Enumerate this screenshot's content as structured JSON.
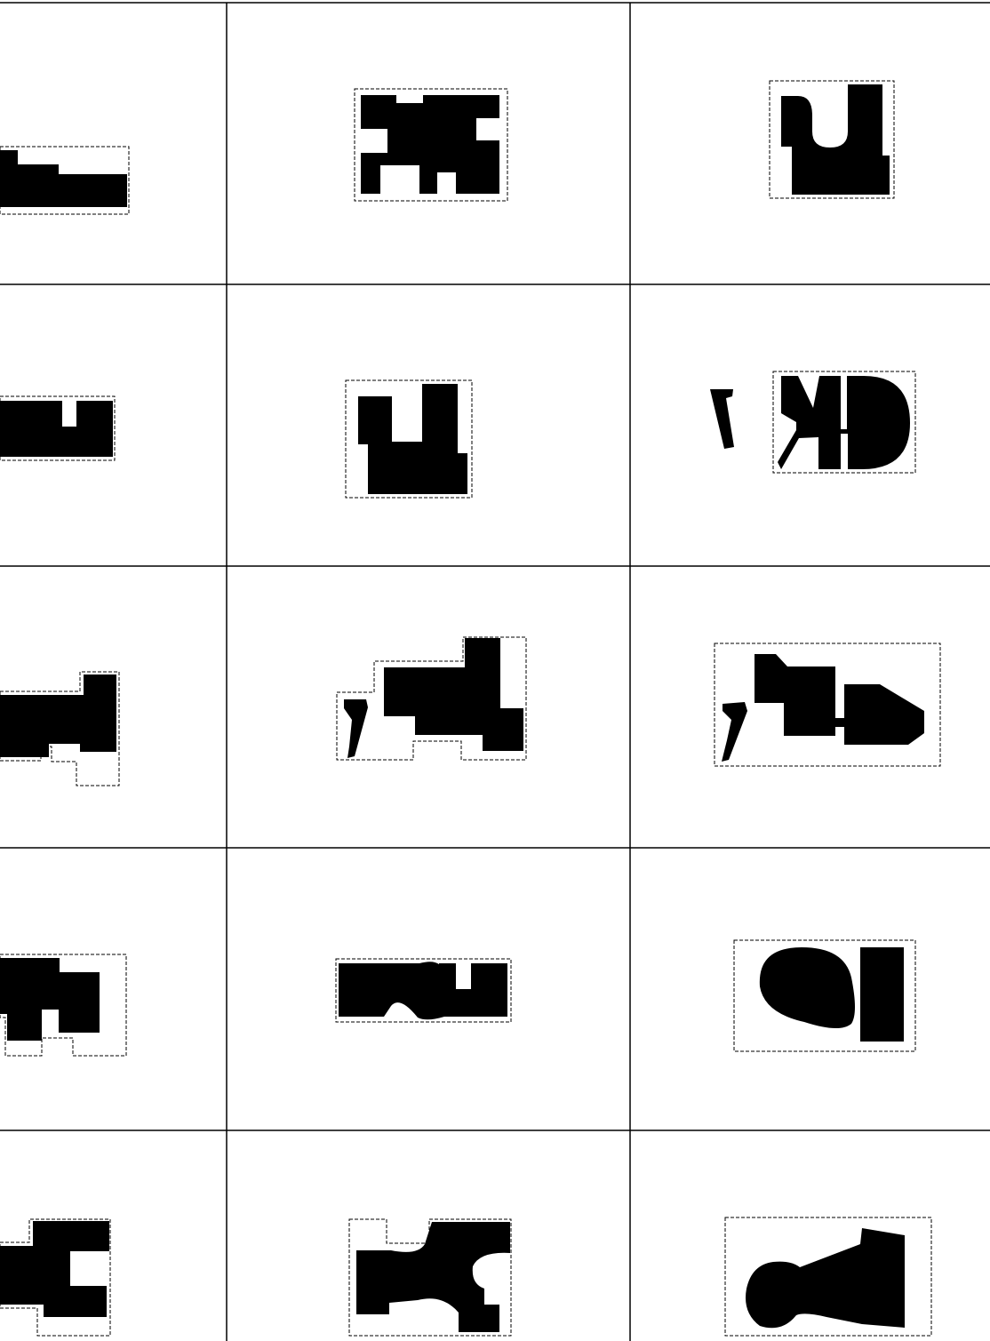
{
  "colors": {
    "background": "#ffffff",
    "grid_line": "#000000",
    "shape_fill": "#000000",
    "outline": "#000000"
  },
  "grid": {
    "rows": 5,
    "columns": 3,
    "panel_count": 15
  }
}
